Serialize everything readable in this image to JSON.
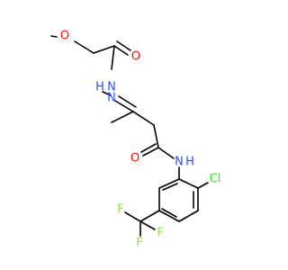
{
  "labels": {
    "o_ether": "O",
    "o_carbonyl_top": "O",
    "nh_hydrazide": "N",
    "h_hydrazide": "H",
    "n_imine": "N",
    "o_amide": "O",
    "n_amide": "N",
    "h_amide": "H",
    "cl": "Cl",
    "f_top": "F",
    "f_left": "F",
    "f_right": "F"
  },
  "colors": {
    "oxygen": "#ff0d0d",
    "nitrogen": "#3050f8",
    "chlorine": "#1ff01f",
    "fluorine": "#90e050",
    "carbon": "#000000"
  }
}
